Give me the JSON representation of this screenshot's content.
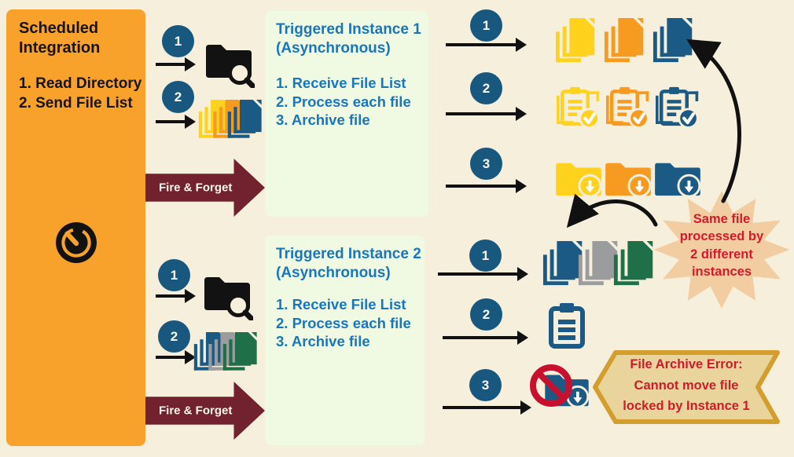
{
  "palette": {
    "background": "#F6EFDC",
    "panel_orange": "#F9A22B",
    "instance_box_green": "#F0FAE2",
    "marker_blue": "#18587E",
    "instance_text_blue": "#1876BC",
    "fire_forget_maroon": "#72222E",
    "warning_text_red": "#D6182B",
    "prohibition_red": "#C8102E",
    "starburst_peach": "#F2CDA2",
    "banner_fill": "#E9D49B",
    "banner_border": "#D39E2E",
    "doc_yellow": "#FFD21E",
    "doc_orange": "#F79A20",
    "doc_blue": "#1A5A85",
    "doc_gray": "#9A9C9E",
    "doc_green": "#1F7048"
  },
  "scheduler": {
    "title": "Scheduled Integration",
    "steps": [
      "1. Read Directory",
      "2. Send File List"
    ]
  },
  "fire_and_forget": {
    "label": "Fire & Forget"
  },
  "instance1": {
    "title": "Triggered Instance 1",
    "subtitle": "(Asynchronous)",
    "steps": [
      "1. Receive File List",
      "2. Process each file",
      "3. Archive file"
    ]
  },
  "instance2": {
    "title": "Triggered Instance 2",
    "subtitle": "(Asynchronous)",
    "steps": [
      "1. Receive File List",
      "2. Process each file",
      "3. Archive file"
    ]
  },
  "markers": {
    "scheduler_to_instance1": [
      "1",
      "2"
    ],
    "scheduler_to_instance2": [
      "1",
      "2"
    ],
    "instance1_outputs": [
      "1",
      "2",
      "3"
    ],
    "instance2_outputs": [
      "1",
      "2",
      "3"
    ]
  },
  "starburst": {
    "lines": [
      "Same file",
      "processed by",
      "2 different",
      "instances"
    ]
  },
  "error_banner": {
    "lines": [
      "File Archive Error:",
      "Cannot move file",
      "locked by Instance 1"
    ]
  },
  "icons": {
    "scheduler": "timer-clock-icon",
    "read_directory": "folder-search-icon",
    "send_file_list": "document-stack-icon",
    "processed_files": "document-stack-icon",
    "process_each_file": "clipboard-check-icon",
    "archive_file": "folder-download-icon",
    "receive_file_list": "clipboard-icon",
    "archive_blocked": "prohibition-icon"
  }
}
